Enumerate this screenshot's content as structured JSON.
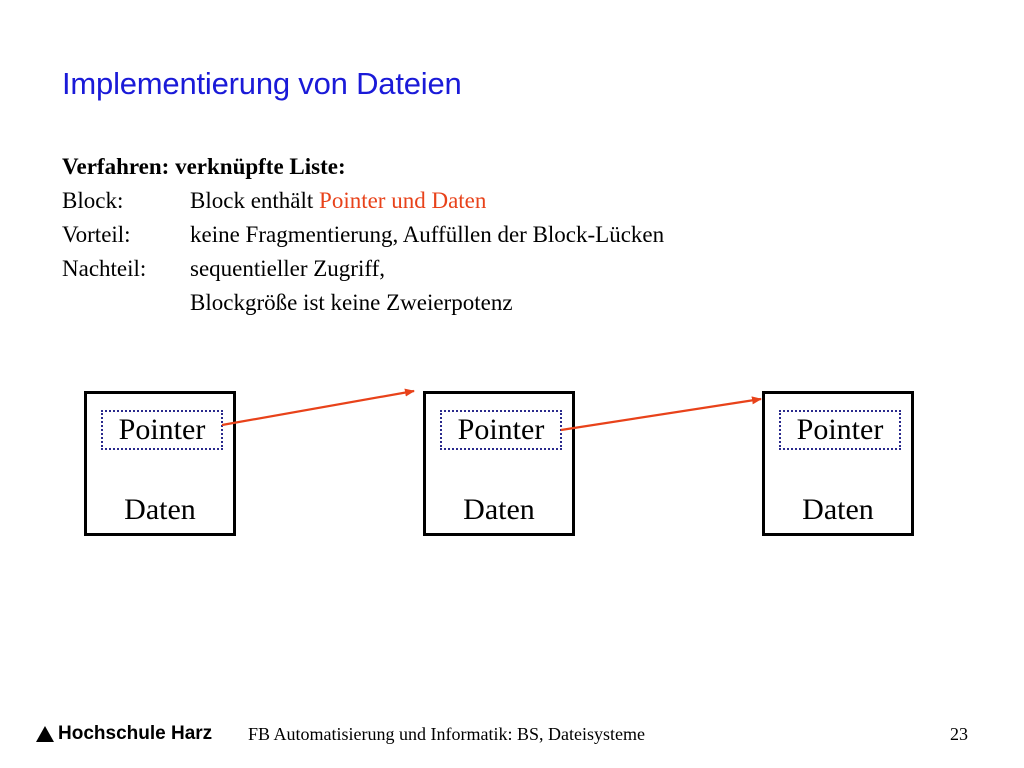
{
  "title": "Implementierung von Dateien",
  "heading": "Verfahren: verknüpfte Liste:",
  "rows": [
    {
      "label": "Block:",
      "text_before": "Block enthält ",
      "text_highlight": "Pointer und Daten"
    },
    {
      "label": "Vorteil:",
      "text": "keine Fragmentierung, Auffüllen der Block-Lücken"
    },
    {
      "label": "Nachteil:",
      "text": "sequentieller Zugriff,"
    },
    {
      "label": "",
      "text": "Blockgröße ist keine Zweierpotenz"
    }
  ],
  "blocks": [
    {
      "pointer": "Pointer",
      "data": "Daten"
    },
    {
      "pointer": "Pointer",
      "data": "Daten"
    },
    {
      "pointer": "Pointer",
      "data": "Daten"
    }
  ],
  "footer": {
    "logo_text": "Hochschule Harz",
    "text": "FB Automatisierung und Informatik: BS, Dateisysteme",
    "page_number": "23"
  },
  "colors": {
    "title": "#1a1ad8",
    "highlight": "#e8421a",
    "arrow": "#e8421a"
  }
}
